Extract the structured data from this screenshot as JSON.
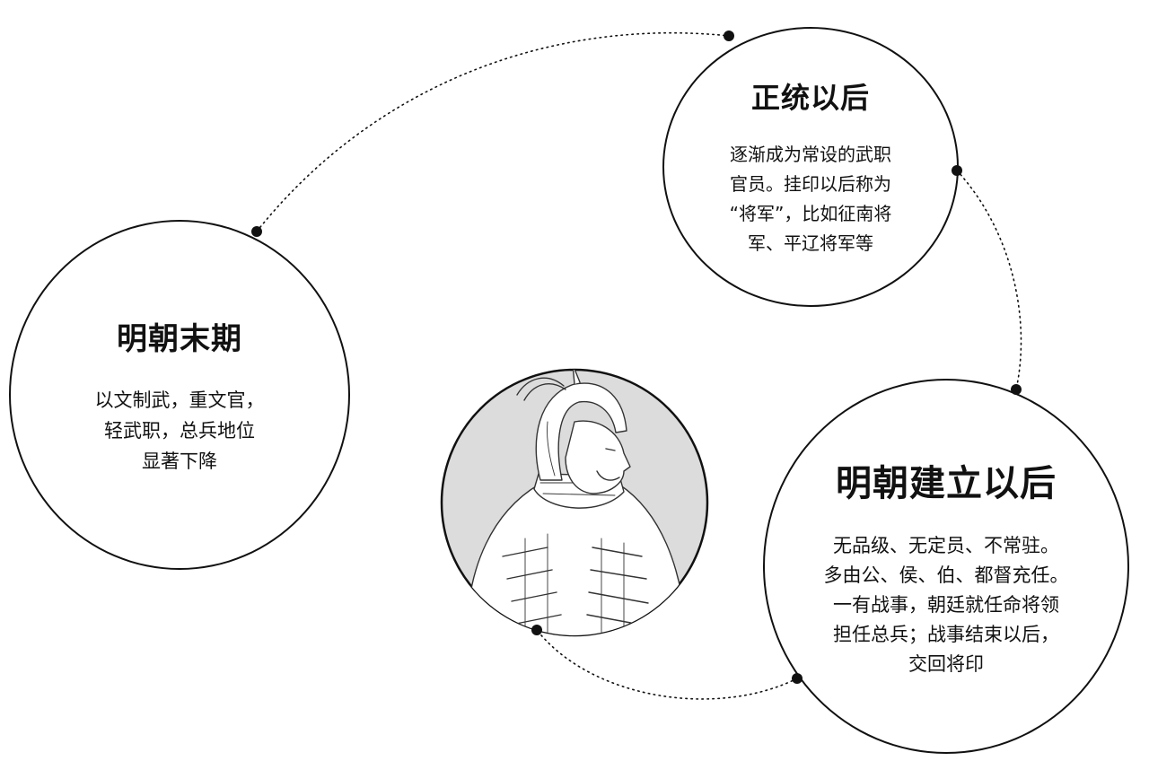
{
  "nodes": {
    "late_ming": {
      "title": "明朝末期",
      "body": "以文制武，重文官，\n轻武职，总兵地位\n显著下降"
    },
    "after_zhengtong": {
      "title": "正统以后",
      "body": "逐渐成为常设的武职\n官员。挂印以后称为\n“将军”，比如征南将\n军、平辽将军等"
    },
    "after_founding": {
      "title": "明朝建立以后",
      "body": "无品级、无定员、不常驻。\n多由公、侯、伯、都督充任。\n一有战事，朝廷就任命将领\n担任总兵；战事结束以后，\n交回将印"
    },
    "portrait": {
      "icon": "general-portrait-icon"
    }
  },
  "colors": {
    "ink": "#111111",
    "portrait_fill": "#dcdcdc",
    "background": "#ffffff"
  }
}
